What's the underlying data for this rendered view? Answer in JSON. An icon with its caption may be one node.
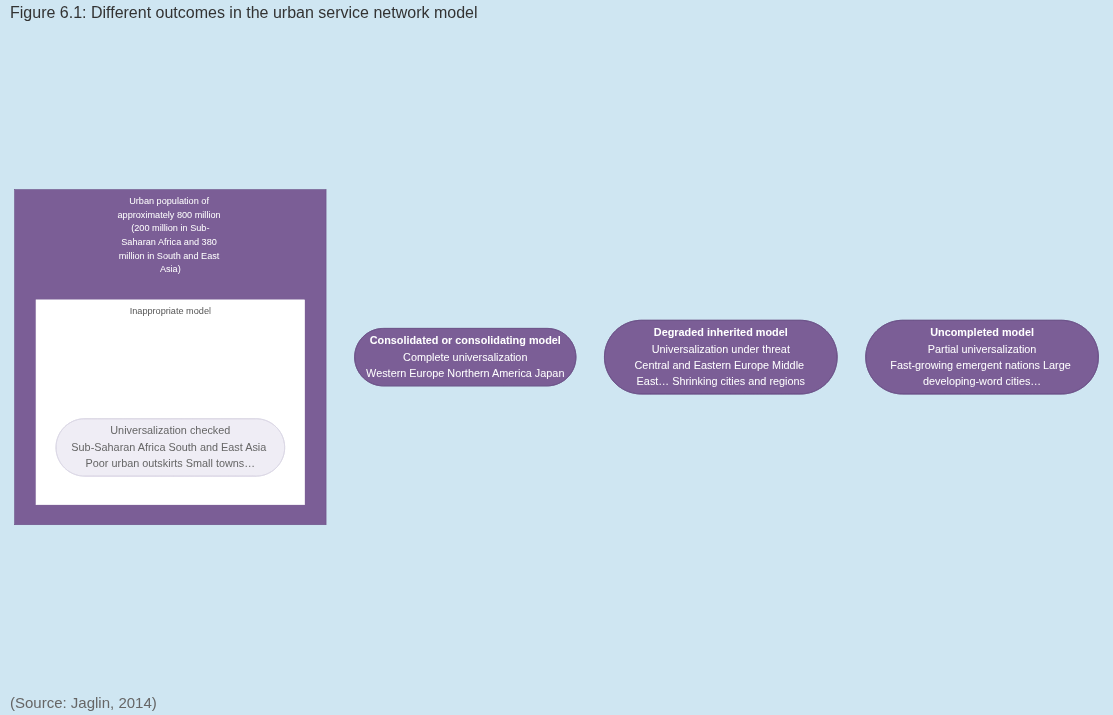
{
  "diagram": {
    "title": "Figure 6.1: Different outcomes in the urban service network model",
    "caption": "(Source: Jaglin, 2014)",
    "nodes": [
      {
        "text": [
          "Consolidated or consolidating model",
          "Complete universalization",
          "Western Europe Northern America Japan"
        ]
      },
      {
        "text": [
          "Degraded inherited model",
          "Universalization under threat",
          "Central and Eastern Europe Middle East… Shrinking cities and regions"
        ]
      },
      {
        "text": [
          "Uncompleted model",
          "Partial universalization",
          "Fast-growing emergent nations Large developing-word cities…"
        ]
      },
      {
        "text": [
          "Urban population of approximately 800 million (200 million in Sub-Saharan Africa and 380 million in South and East Asia)"
        ]
      },
      {
        "text": [
          "Inappropriate model"
        ],
        "in": 3
      },
      {
        "text": [
          "Universalization checked",
          "Sub-Saharan Africa South and East Asia Poor urban outskirts Small towns…"
        ],
        "in": 4
      }
    ]
  }
}
